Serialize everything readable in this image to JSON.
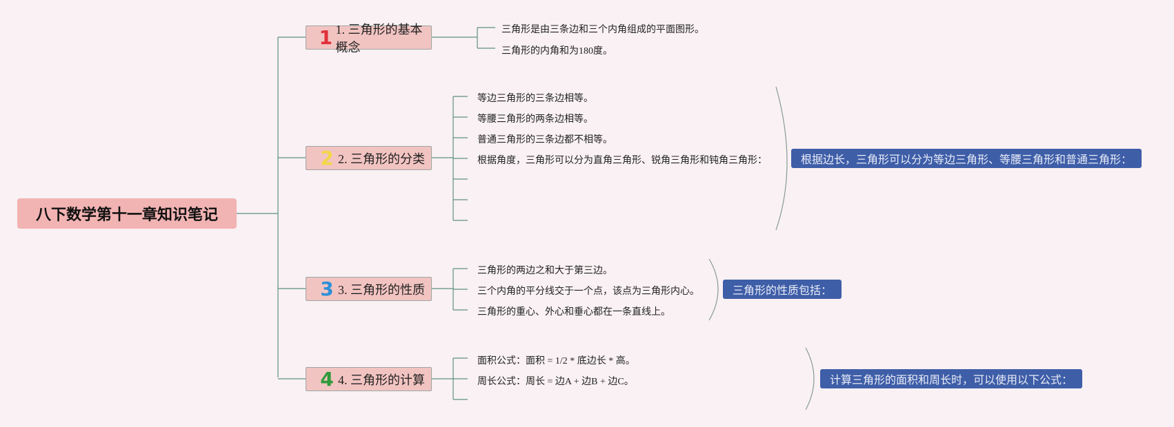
{
  "root": {
    "label": "八下数学第十一章知识笔记"
  },
  "branches": [
    {
      "num": "1",
      "num_color": "#e0303a",
      "label": "1. 三角形的基本概念",
      "items": [
        "三角形是由三条边和三个内角组成的平面图形。",
        "三角形的内角和为180度。"
      ]
    },
    {
      "num": "2",
      "num_color": "#f3d64a",
      "label": "2. 三角形的分类",
      "items": [
        "等边三角形的三条边相等。",
        "等腰三角形的两条边相等。",
        "普通三角形的三条边都不相等。",
        "根据角度，三角形可以分为直角三角形、锐角三角形和钝角三角形："
      ],
      "summary": "根据边长，三角形可以分为等边三角形、等腰三角形和普通三角形："
    },
    {
      "num": "3",
      "num_color": "#2e90d8",
      "label": "3. 三角形的性质",
      "items": [
        "三角形的两边之和大于第三边。",
        "三个内角的平分线交于一个点，该点为三角形内心。",
        "三角形的重心、外心和垂心都在一条直线上。"
      ],
      "summary": "三角形的性质包括："
    },
    {
      "num": "4",
      "num_color": "#2e9a3a",
      "label": "4. 三角形的计算",
      "items": [
        "面积公式：面积 = 1/2 * 底边长 * 高。",
        "周长公式：周长 = 边A + 边B + 边C。"
      ],
      "summary": "计算三角形的面积和周长时，可以使用以下公式："
    }
  ],
  "colors": {
    "background": "#f9f1f3",
    "line": "#5f8f84",
    "summary_bg": "#3f5ea8",
    "branch_bg": "#f2c4c1",
    "root_bg": "#f2b3b3"
  }
}
